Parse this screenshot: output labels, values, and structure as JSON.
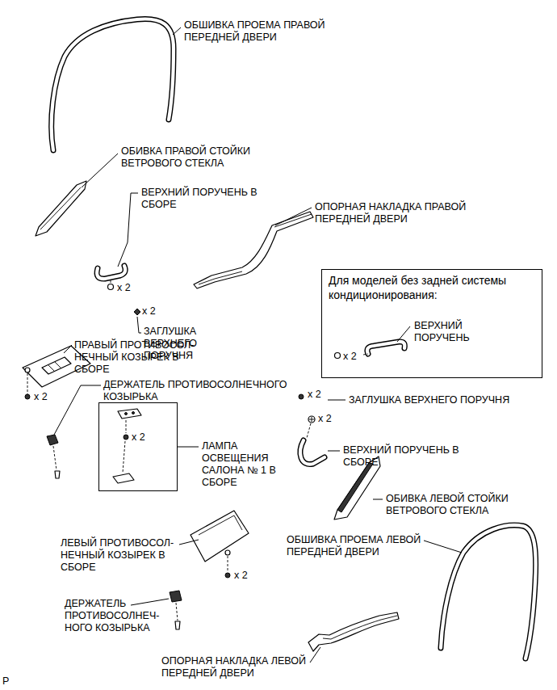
{
  "diagram": {
    "nodes": [
      {
        "text": [
          "Для моделей без задней системы кондиционирования:",
          "ВЕРХНИЙ ПОРУЧЕНЬ",
          "x 2"
        ]
      },
      {
        "text": [
          "x 2"
        ]
      }
    ],
    "labels": [
      "ОБШИВКА ПРОЕМА ПРАВОЙ ПЕРЕДНЕЙ ДВЕРИ",
      "ОБИВКА ПРАВОЙ СТОЙКИ ВЕТРОВОГО СТЕКЛА",
      "ВЕРХНИЙ ПОРУЧЕНЬ В СБОРЕ",
      "x 2",
      "ОПОРНАЯ НАКЛАДКА ПРАВОЙ ПЕРЕДНЕЙ ДВЕРИ",
      "x 2",
      "ЗАГЛУШКА ВЕРХНЕГО ПОРУЧНЯ",
      "ПРАВЫЙ ПРОТИВОСОЛ- НЕЧНЫЙ КОЗЫРЕК В СБОРЕ",
      "x 2",
      "ДЕРЖАТЕЛЬ ПРОТИВОСОЛНЕЧНОГО КОЗЫРЬКА",
      "ЛАМПА ОСВЕЩЕНИЯ САЛОНА № 1 В СБОРЕ",
      "x 2",
      "ЗАГЛУШКА ВЕРХНЕГО ПОРУЧНЯ",
      "x 2",
      "ВЕРХНИЙ ПОРУЧЕНЬ В СБОРЕ",
      "ОБИВКА ЛЕВОЙ СТОЙКИ ВЕТРОВОГО СТЕКЛА",
      "ОБШИВКА ПРОЕМА ЛЕВОЙ ПЕРЕДНЕЙ ДВЕРИ",
      "ЛЕВЫЙ ПРОТИВОСОЛ- НЕЧНЫЙ КОЗЫРЕК В СБОРЕ",
      "x 2",
      "ДЕРЖАТЕЛЬ ПРОТИВОСОЛНЕЧ- НОГО КОЗЫРЬКА",
      "ОПОРНАЯ НАКЛАДКА ЛЕВОЙ ПЕРЕДНЕЙ ДВЕРИ",
      "P"
    ]
  }
}
